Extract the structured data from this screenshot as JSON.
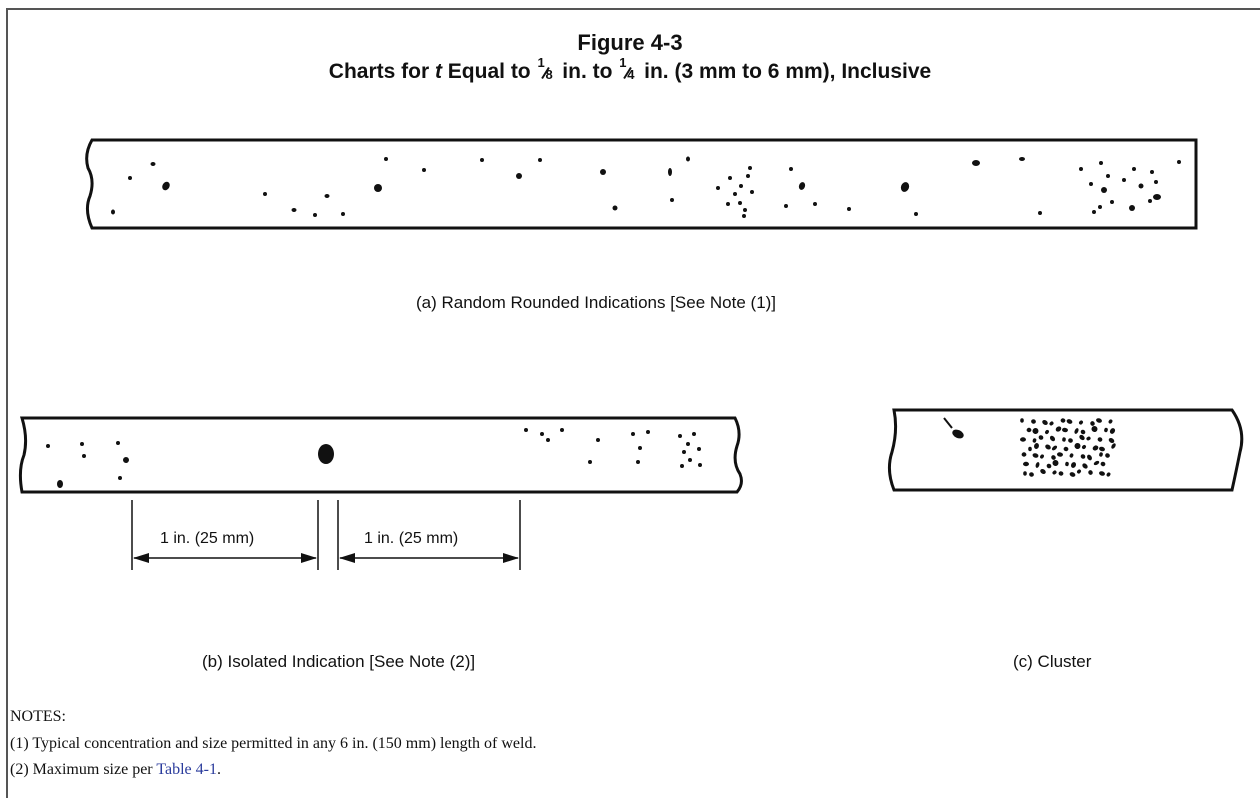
{
  "figure": {
    "number": "Figure 4-3",
    "title_start": "Charts for ",
    "title_var": "t",
    "title_mid1": " Equal to ",
    "frac1_num": "1",
    "frac1_den": "8",
    "title_mid2": " in. to ",
    "frac2_num": "1",
    "frac2_den": "4",
    "title_end": " in. (3 mm to 6 mm), Inclusive"
  },
  "captions": {
    "a": "(a) Random Rounded Indications [See Note (1)]",
    "b": "(b) Isolated Indication [See Note (2)]",
    "c": "(c) Cluster"
  },
  "dimensions": {
    "left": "1 in. (25 mm)",
    "right": "1 in. (25 mm)"
  },
  "notes": {
    "heading": "NOTES:",
    "note1": "(1)  Typical concentration and size permitted in any 6 in. (150 mm) length of weld.",
    "note2_prefix": "(2)  Maximum size per ",
    "note2_link": "Table 4-1",
    "note2_suffix": "."
  },
  "colors": {
    "ink": "#111111",
    "link": "#2a3b9c",
    "frame": "#555555"
  }
}
